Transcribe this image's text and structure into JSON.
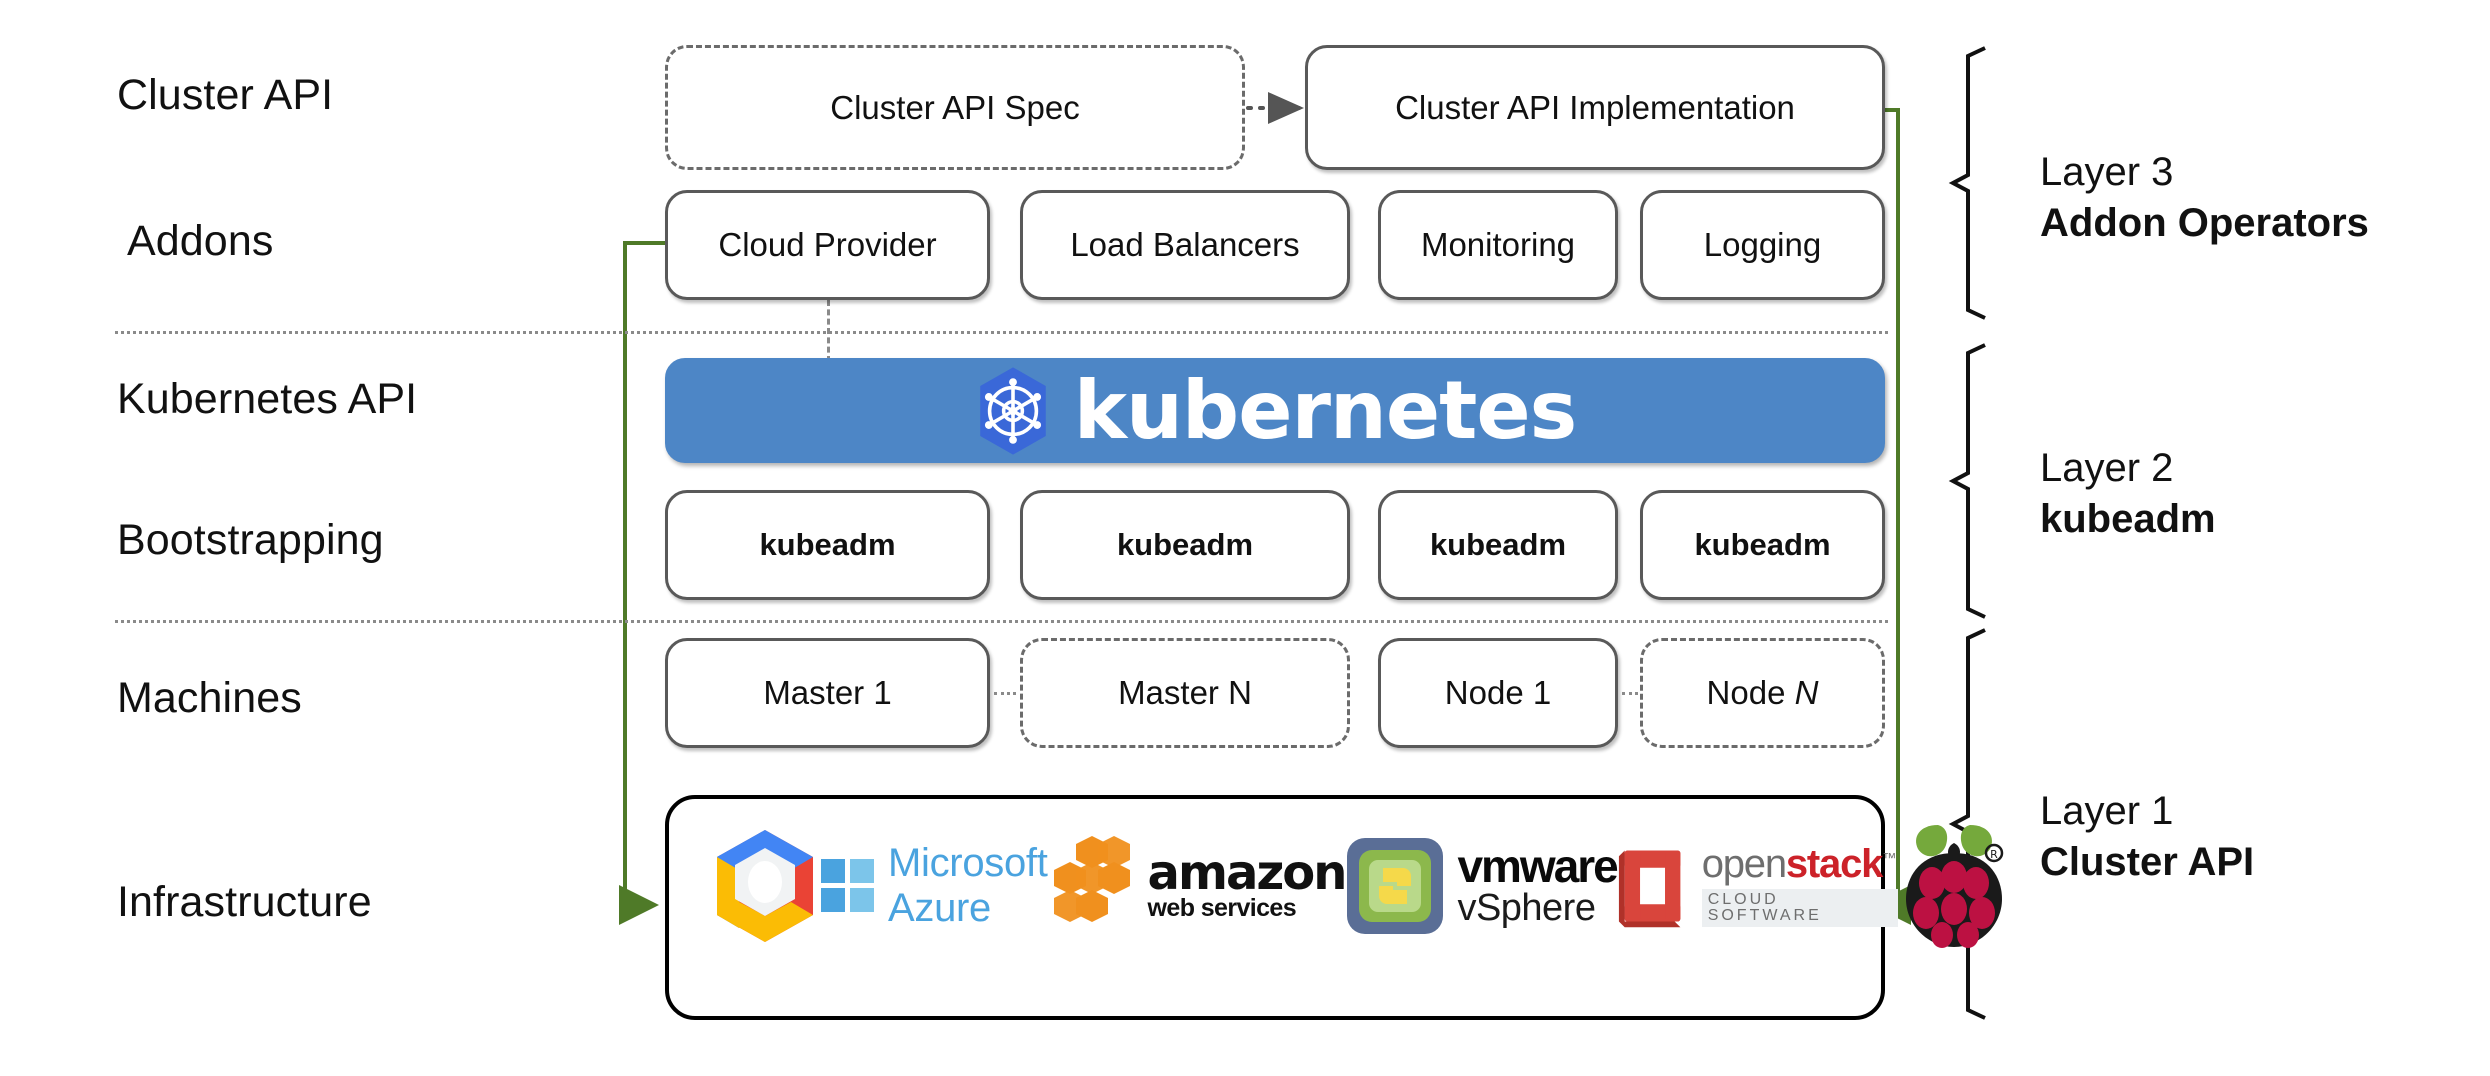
{
  "diagram": {
    "title": "Cluster API layered architecture",
    "accent_green": "#4f7a28",
    "k8s_blue": "#4d86c6",
    "k8s_logo_blue": "#3a68d8",
    "box_border": "#595959"
  },
  "row_labels": [
    {
      "id": "cluster-api",
      "text": "Cluster API"
    },
    {
      "id": "addons",
      "text": "Addons"
    },
    {
      "id": "kubernetes-api",
      "text": "Kubernetes API"
    },
    {
      "id": "bootstrapping",
      "text": "Bootstrapping"
    },
    {
      "id": "machines",
      "text": "Machines"
    },
    {
      "id": "infrastructure",
      "text": "Infrastructure"
    }
  ],
  "cluster_api_row": {
    "spec": {
      "label": "Cluster API Spec",
      "style": "dashed"
    },
    "implementation": {
      "label": "Cluster API Implementation",
      "style": "solid"
    },
    "arrow": "dotted-arrow-right"
  },
  "addons_row": [
    {
      "label": "Cloud Provider"
    },
    {
      "label": "Load Balancers"
    },
    {
      "label": "Monitoring"
    },
    {
      "label": "Logging"
    }
  ],
  "kubernetes_banner": {
    "wordmark": "kubernetes",
    "logo": "kubernetes-helm-wheel-icon"
  },
  "bootstrapping_row": [
    {
      "label": "kubeadm"
    },
    {
      "label": "kubeadm"
    },
    {
      "label": "kubeadm"
    },
    {
      "label": "kubeadm"
    }
  ],
  "machines_row": [
    {
      "label": "Master 1",
      "italic_suffix": "",
      "style": "solid"
    },
    {
      "label": "Master N",
      "italic_suffix": "",
      "style": "dashed"
    },
    {
      "label": "Node 1",
      "italic_suffix": "",
      "style": "solid"
    },
    {
      "label": "Node ",
      "italic_suffix": "N",
      "style": "dashed"
    }
  ],
  "infrastructure_logos": [
    {
      "id": "google-cloud-icon",
      "name": "Google Cloud Platform"
    },
    {
      "id": "microsoft-azure-icon",
      "name": "Microsoft Azure"
    },
    {
      "id": "amazon-web-services-icon",
      "name": "amazon web services",
      "line1": "amazon",
      "line2": "web services"
    },
    {
      "id": "vmware-vsphere-icon",
      "name": "vmware vSphere",
      "line1": "vmware",
      "line2": "vSphere"
    },
    {
      "id": "openstack-icon",
      "name": "openstack CLOUD SOFTWARE",
      "word1": "open",
      "word2": "stack",
      "tm": "™",
      "sub": "CLOUD SOFTWARE"
    },
    {
      "id": "raspberry-pi-icon",
      "name": "Raspberry Pi"
    }
  ],
  "layers": [
    {
      "id": "layer-3",
      "number": "Layer 3",
      "name": "Addon Operators"
    },
    {
      "id": "layer-2",
      "number": "Layer 2",
      "name": "kubeadm"
    },
    {
      "id": "layer-1",
      "number": "Layer 1",
      "name": "Cluster API"
    }
  ]
}
